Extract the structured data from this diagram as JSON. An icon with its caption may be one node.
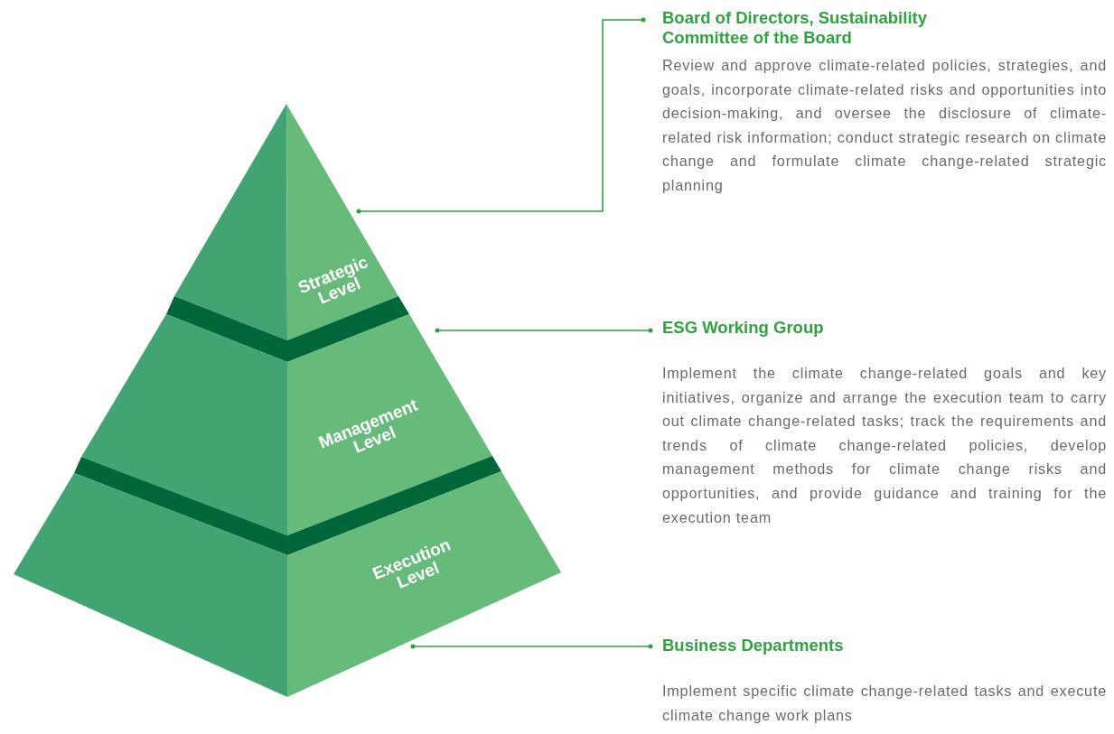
{
  "diagram": {
    "nodes": [
      {
        "text": [
          "Strategic Level"
        ]
      },
      {
        "text": [
          "Management Level"
        ]
      },
      {
        "text": [
          "Execution Level"
        ]
      },
      {
        "text": [
          "Board of Directors, Sustainability Committee of the Board",
          "Review and approve climate-related policies, strategies, and goals, incorporate climate-related risks and opportunities into decision-making, and oversee the disclosure of climate-related risk information; conduct strategic research on climate change and formulate climate change-related strategic planning"
        ]
      },
      {
        "text": [
          "ESG Working Group",
          "Implement the climate change-related goals and key initiatives, organize and arrange the execution team to carry out climate change-related tasks; track the requirements and trends of climate change-related policies, develop management methods for climate change risks and opportunities, and provide guidance and training for the execution team"
        ]
      },
      {
        "text": [
          "Business Departments",
          "Implement specific climate change-related tasks and execute climate change work plans"
        ]
      }
    ],
    "edges": [
      {
        "from": 0,
        "to": 3,
        "arrow": "other"
      },
      {
        "from": 1,
        "to": 4,
        "arrow": "other"
      },
      {
        "from": 2,
        "to": 5,
        "arrow": "other"
      }
    ]
  }
}
